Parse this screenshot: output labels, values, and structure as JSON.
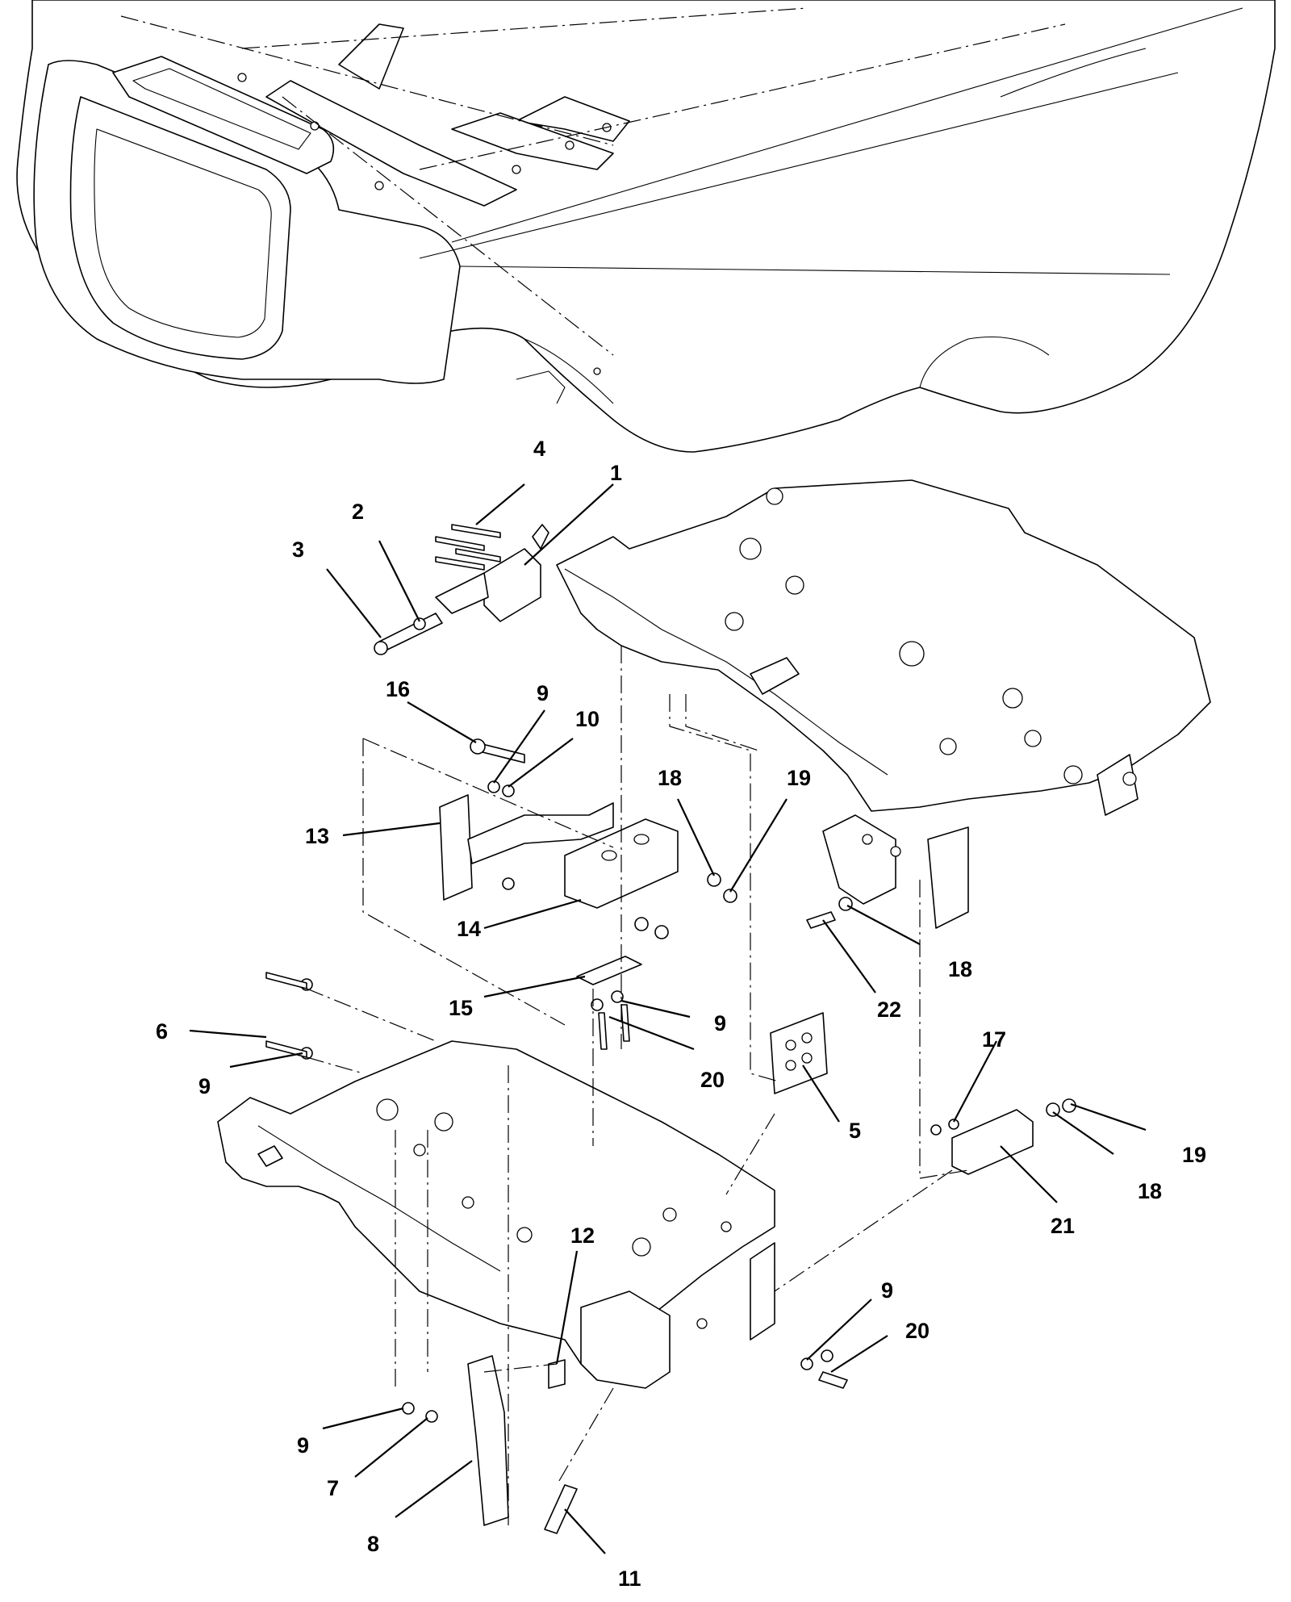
{
  "diagram": {
    "callouts": [
      "1",
      "2",
      "3",
      "4",
      "5",
      "6",
      "7",
      "8",
      "9",
      "10",
      "11",
      "12",
      "13",
      "14",
      "15",
      "16",
      "17",
      "18",
      "19",
      "20",
      "21",
      "22"
    ],
    "repeated_callouts": {
      "9": [
        "9",
        "9",
        "9",
        "9",
        "9"
      ],
      "18": [
        "18",
        "18",
        "18"
      ],
      "19": [
        "19",
        "19"
      ],
      "20": [
        "20",
        "20"
      ]
    }
  }
}
